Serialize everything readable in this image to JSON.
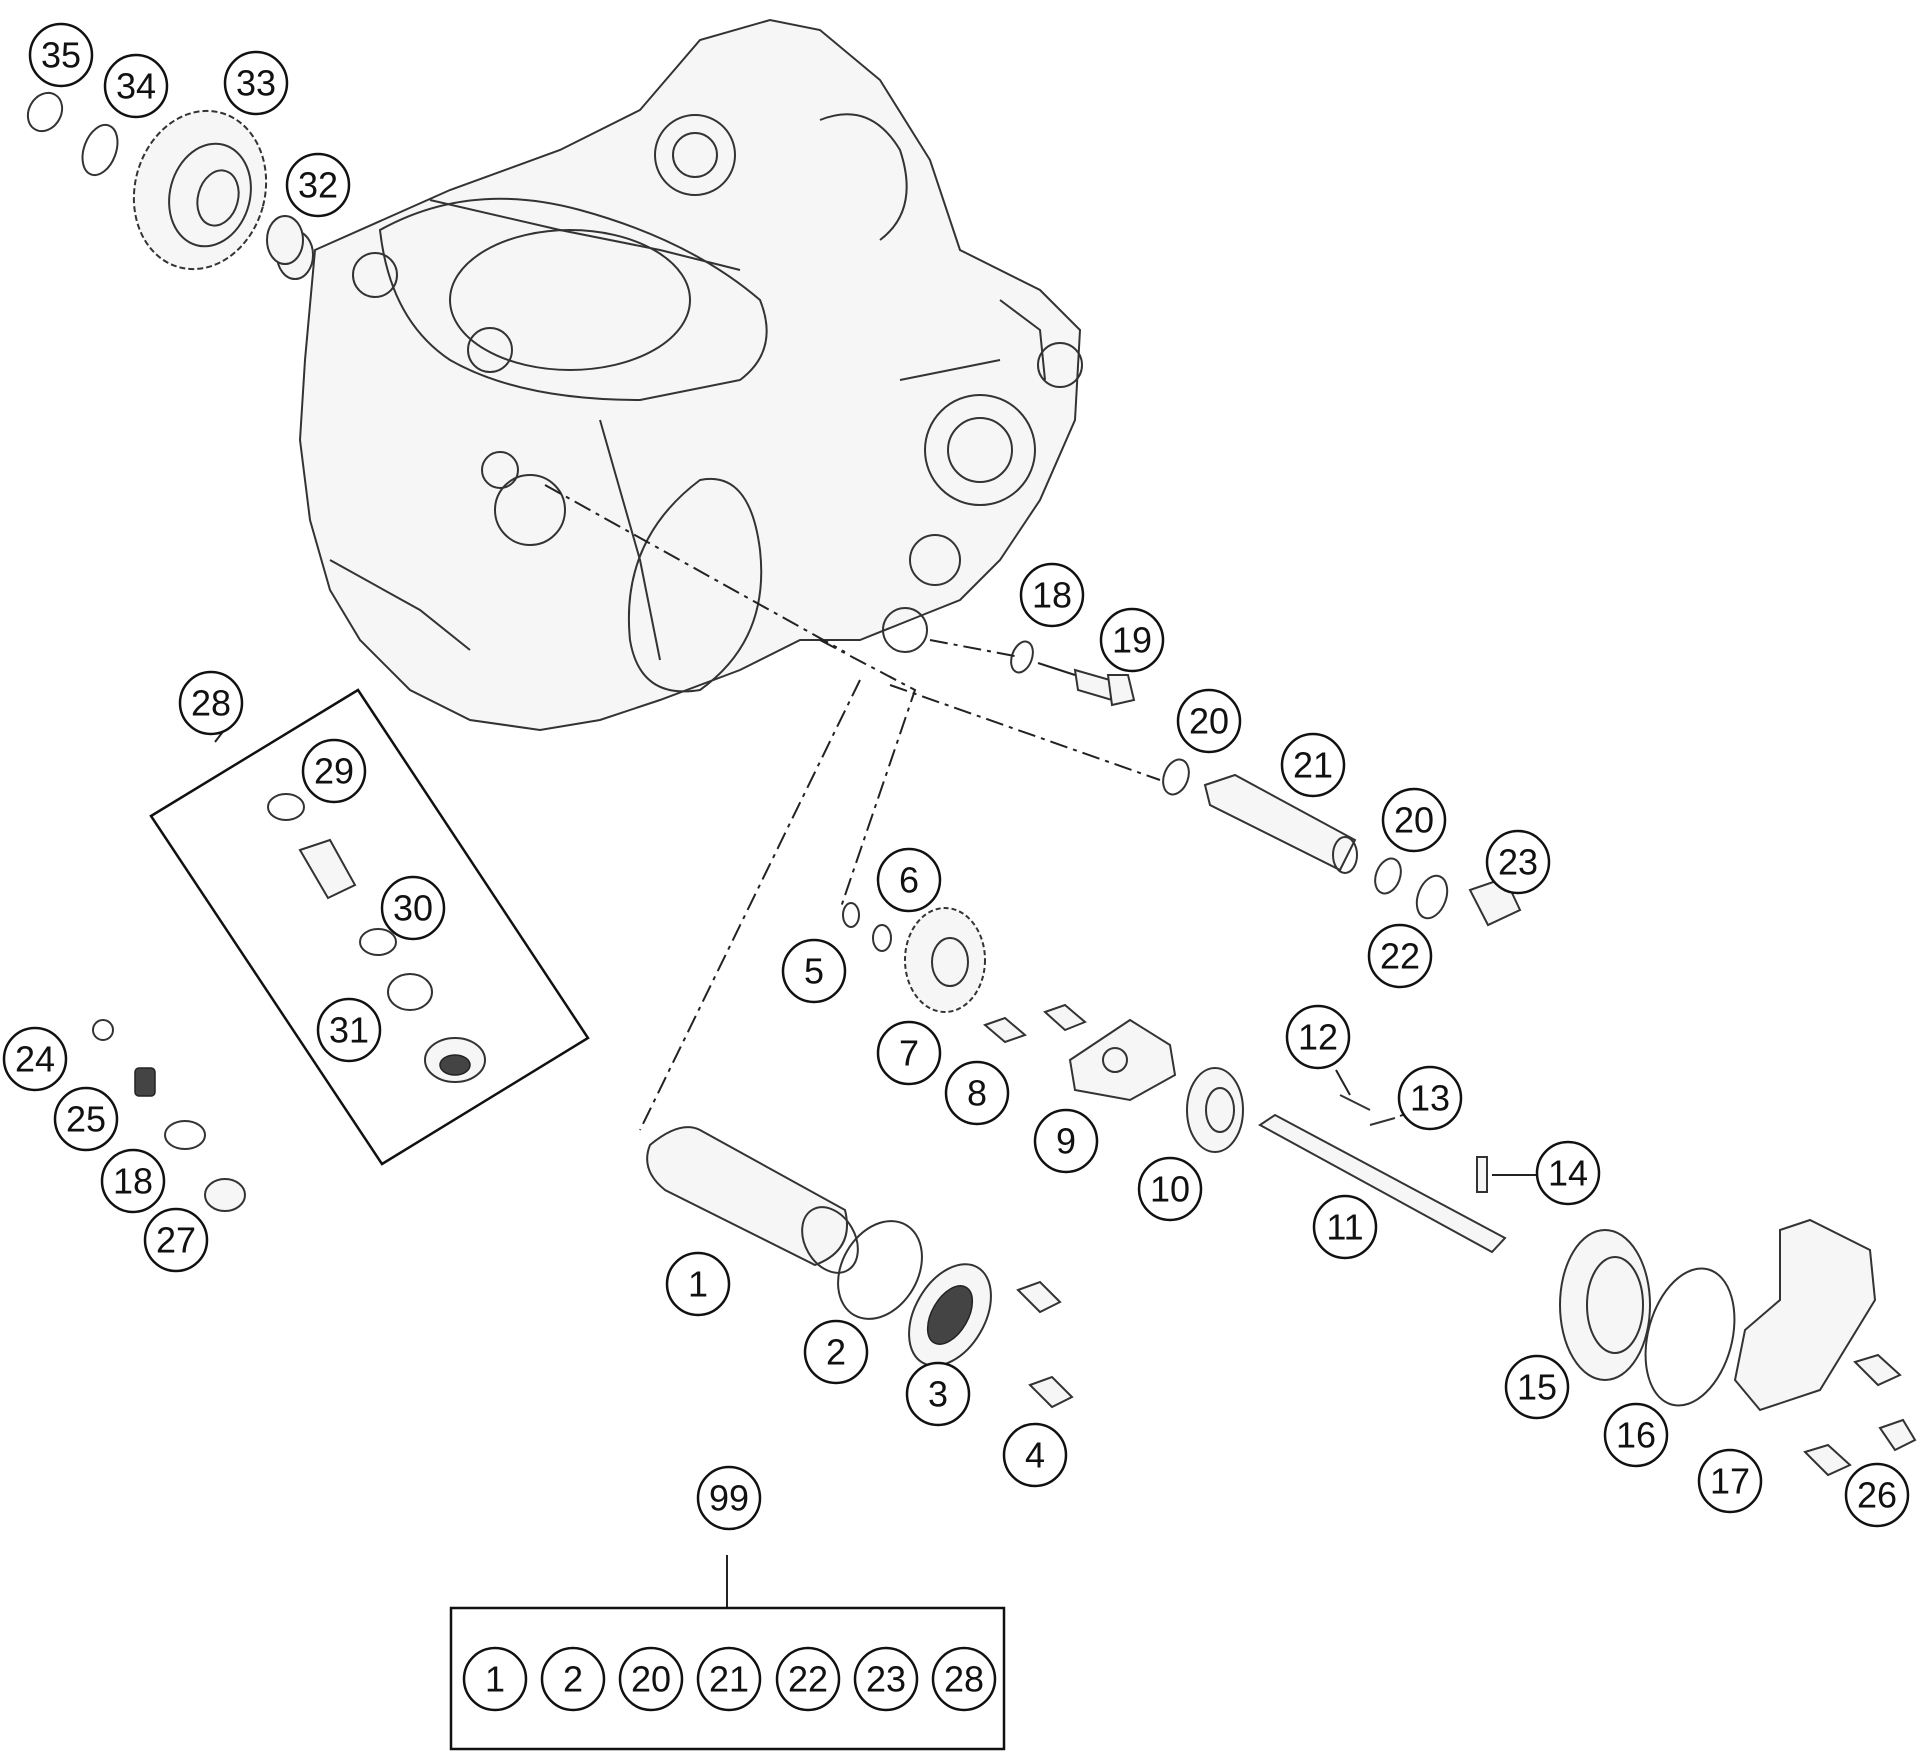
{
  "diagram": {
    "callouts": [
      "35",
      "34",
      "33",
      "32",
      "28",
      "29",
      "30",
      "31",
      "24",
      "25",
      "18",
      "27",
      "18",
      "19",
      "20",
      "21",
      "20",
      "23",
      "22",
      "6",
      "5",
      "7",
      "8",
      "9",
      "12",
      "13",
      "14",
      "10",
      "11",
      "1",
      "2",
      "3",
      "4",
      "15",
      "16",
      "17",
      "26",
      "99"
    ],
    "kit_items": [
      "1",
      "2",
      "20",
      "21",
      "22",
      "23",
      "28"
    ]
  }
}
